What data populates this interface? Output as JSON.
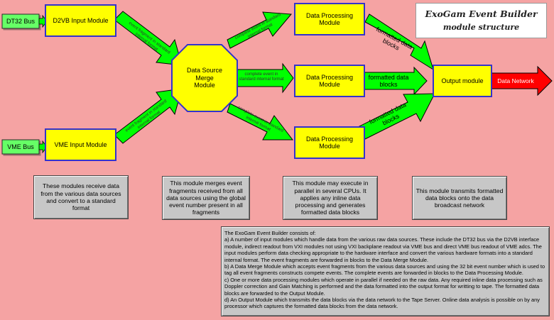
{
  "title": {
    "line1": "ExoGam Event Builder",
    "line2": "module structure"
  },
  "sources": {
    "dt32": "DT32 Bus",
    "vme": "VME Bus"
  },
  "modules": {
    "d2vb": "D2VB Input Module",
    "vme_input": "VME Input Module",
    "merge": "Data Source Merge Module",
    "proc": "Data Processing Module",
    "output": "Output module",
    "network": "Data Network"
  },
  "arrow_labels": {
    "event_fragment": "event fragment in standard internal format",
    "complete_event": "complete event in standard internal format",
    "formatted_blocks": "formatted data blocks"
  },
  "descriptions": {
    "input": "These modules receive data from the various data sources and convert to a standard format",
    "merge": "This module merges event fragments received from all data sources using the global event number present in all fragments",
    "processing": "This module may execute in parallel in several CPUs. It applies any inline data processing and generates formatted data blocks",
    "output": "This module transmits formatted data blocks onto the data broadcast network"
  },
  "summary": {
    "intro": "The ExoGam Event Builder consists of:",
    "a": "a)  A number of input modules which handle data from the various raw  data sources. These include the  DT32  bus via the D2VB interface module,  indirect readout  from VXI modules not using VXI backplane readout  via VME bus and direct VME bus readout of VME adcs.  The input modules perform data checking appropriate to the hardware interface and convert the various hardware formats into a standard internal format. The event fragments are forwarded in blocks to the Data Merge Module.",
    "b": "b) A Data Merge Module which accepts event fragments from the various data sources and using the 32 bit event number which is used to tag all event fragments constructs compete events. The complete events are forwarded in blocks to the Data Processing Module.",
    "c": "c)  One or more data processing modules which operate in parallel if needed on the raw data. Any required inline data processing such as Doppler correction and Gain Matching is performed and the data formatted into the output format for writting to tape. The formatted data blocks are forwarded to the Output Module.",
    "d": "d) An Output Module which transmits the data blocks via the data network to the Tape Server.  Online data analysis is possible on by any processor which captures the formatted data blocks from the data network."
  },
  "colors": {
    "background": "#F5A3A3",
    "module": "#FFFF00",
    "module_border": "#3333CC",
    "arrow": "#00FF00",
    "source": "#66FF66",
    "network": "#FF0000",
    "panel": "#C7C7C7"
  }
}
